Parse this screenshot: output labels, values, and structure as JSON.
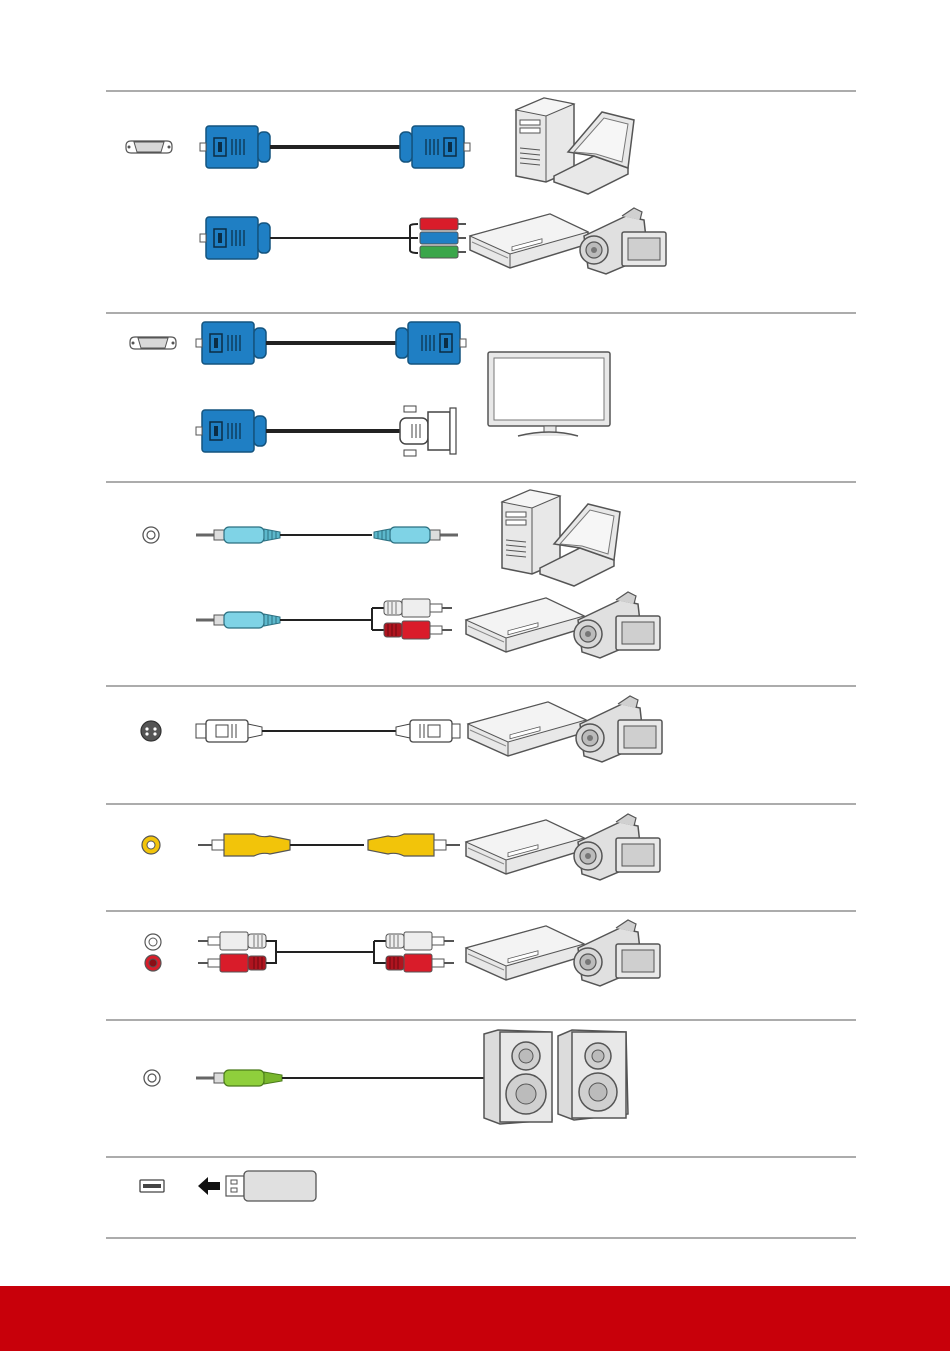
{
  "colors": {
    "rule": "#7a7a7a",
    "vga_blue": "#1f7fc4",
    "vga_blue_dark": "#14547f",
    "audio_cyan": "#7fd3e6",
    "rca_yellow": "#f2c40a",
    "rca_red": "#d91c2a",
    "rca_white": "#eeeeee",
    "audio_green": "#8fcf3c",
    "device_gray": "#e8e8e8",
    "device_outline": "#555555",
    "footer_red": "#c8000a"
  },
  "sections": [
    {
      "id": "computer-in",
      "port_icon": "vga-port-icon",
      "devices": [
        "desktop-pc-icon",
        "laptop-icon",
        "dvd-player-icon",
        "camcorder-icon"
      ]
    },
    {
      "id": "monitor-out",
      "port_icon": "vga-port-icon",
      "devices": [
        "monitor-icon"
      ]
    },
    {
      "id": "audio-in",
      "port_icon": "audio-jack-icon",
      "devices": [
        "desktop-pc-icon",
        "laptop-icon",
        "dvd-player-icon",
        "camcorder-icon"
      ]
    },
    {
      "id": "s-video",
      "port_icon": "s-video-port-icon",
      "devices": [
        "dvd-player-icon",
        "camcorder-icon"
      ]
    },
    {
      "id": "video",
      "port_icon": "rca-yellow-port-icon",
      "devices": [
        "dvd-player-icon",
        "camcorder-icon"
      ]
    },
    {
      "id": "audio-lr",
      "port_icon": "rca-lr-port-icon",
      "devices": [
        "dvd-player-icon",
        "camcorder-icon"
      ]
    },
    {
      "id": "audio-out",
      "port_icon": "audio-jack-icon",
      "devices": [
        "speakers-icon"
      ]
    },
    {
      "id": "usb",
      "port_icon": "usb-port-icon",
      "devices": [
        "usb-flash-drive-icon"
      ]
    }
  ]
}
